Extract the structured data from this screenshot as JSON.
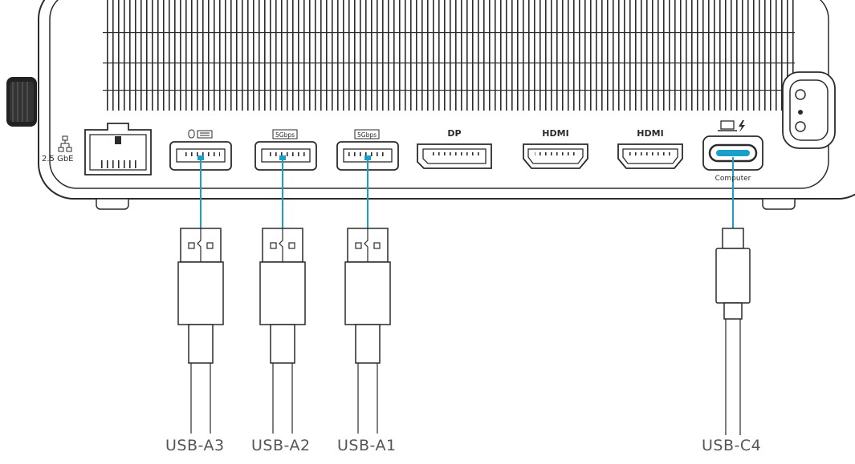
{
  "dock": {
    "ethernet_label": "2.5 GbE",
    "ports": {
      "usb_a3_badge": "",
      "usb_a2_badge": "5Gbps",
      "usb_a1_badge": "5Gbps",
      "dp_label": "DP",
      "hdmi1_label": "HDMI",
      "hdmi2_label": "HDMI",
      "usb_c_label": "Computer"
    }
  },
  "cables": {
    "usb_a3": "USB-A3",
    "usb_a2": "USB-A2",
    "usb_a1": "USB-A1",
    "usb_c4": "USB-C4"
  },
  "colors": {
    "outline": "#2b2b2b",
    "highlight": "#1a9fc9",
    "body": "#ffffff"
  }
}
